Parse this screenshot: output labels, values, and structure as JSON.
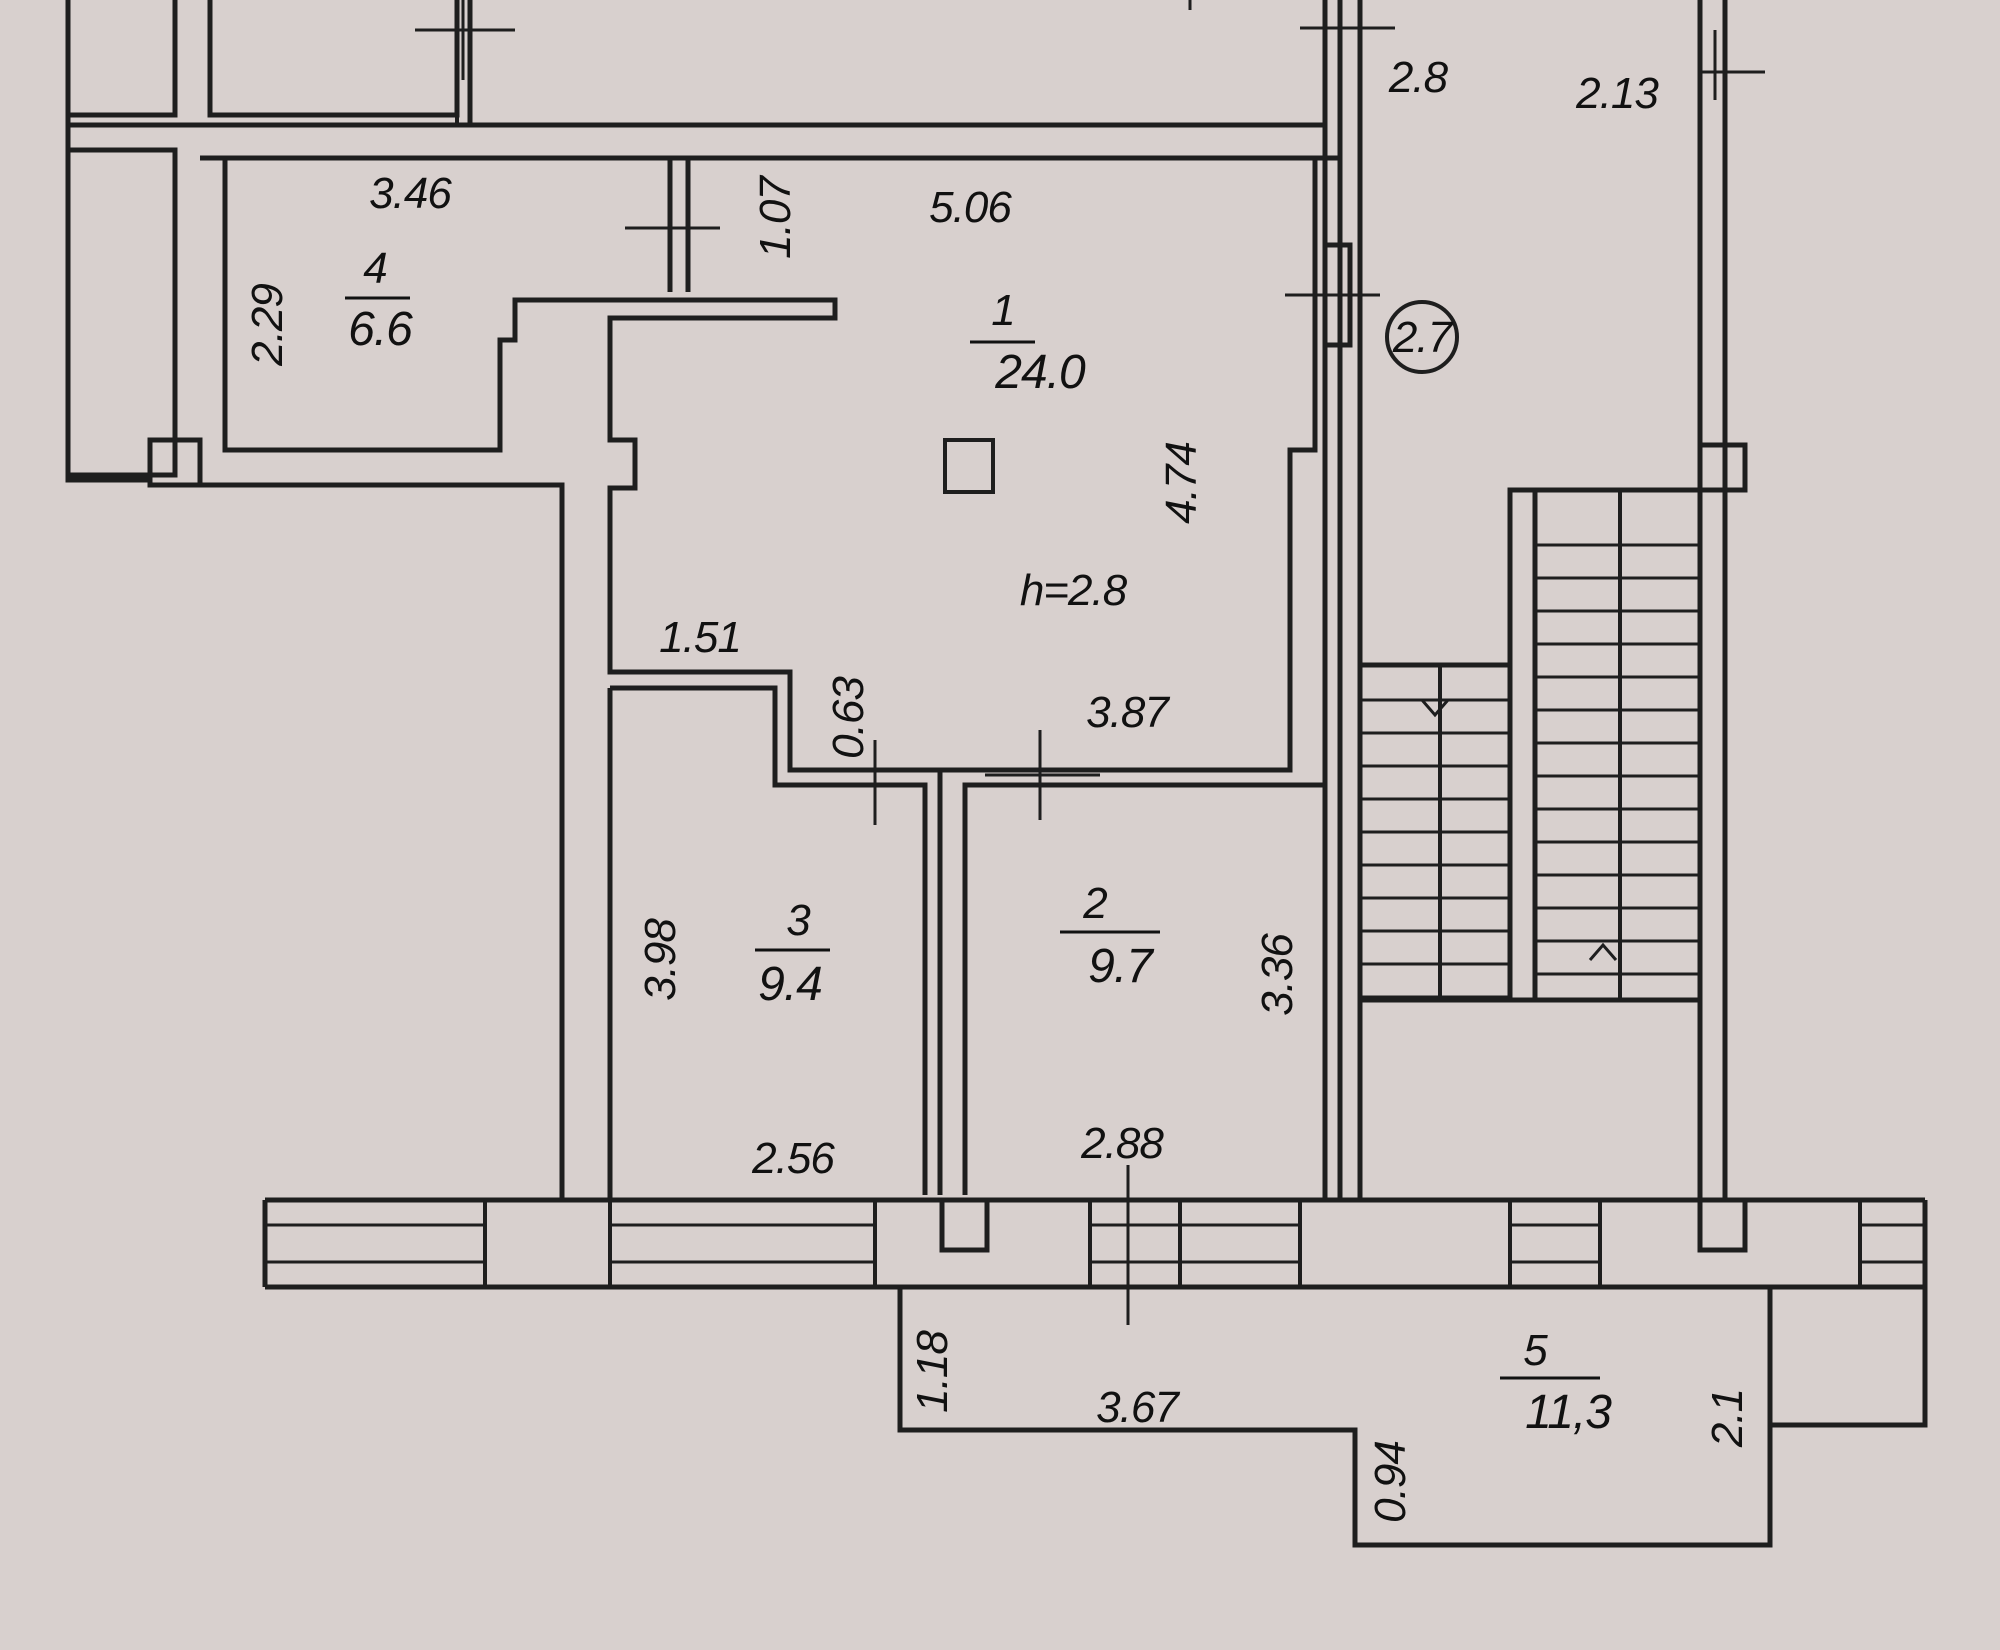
{
  "rooms": [
    {
      "number": "1",
      "area": "24.0"
    },
    {
      "number": "2",
      "area": "9.7"
    },
    {
      "number": "3",
      "area": "9.4"
    },
    {
      "number": "4",
      "area": "6.6"
    },
    {
      "number": "5",
      "area": "11,3"
    }
  ],
  "ceiling_height": "h=2.8",
  "dimensions": {
    "d_2_8": "2.8",
    "d_2_13": "2.13",
    "d_3_46": "3.46",
    "d_1_07": "1.07",
    "d_5_06": "5.06",
    "d_2_29": "2.29",
    "d_2_7": "2.7",
    "d_4_74": "4.74",
    "d_1_51": "1.51",
    "d_0_63": "0.63",
    "d_3_87": "3.87",
    "d_3_98": "3.98",
    "d_3_36": "3.36",
    "d_2_56": "2.56",
    "d_2_88": "2.88",
    "d_1_18": "1.18",
    "d_3_67": "3.67",
    "d_0_94": "0.94",
    "d_2_1": "2.1"
  }
}
